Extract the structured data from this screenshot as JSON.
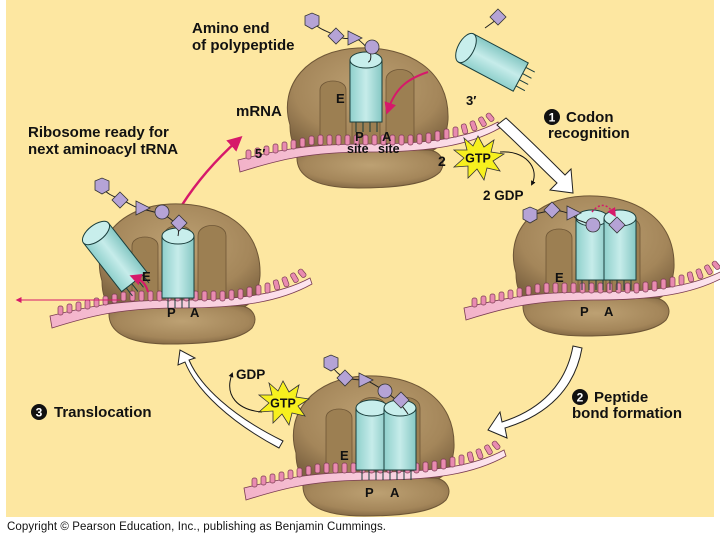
{
  "title": "Elongation cycle of translation",
  "colors": {
    "background": "#fde7a1",
    "ribosome": "#a88a5c",
    "ribosome_dark": "#7d6440",
    "trna": "#a9e0dc",
    "mrna_teeth": "#e98bb0",
    "amino_acid": "#b5a3d6",
    "arrow_magenta": "#d6196a",
    "gtp_burst": "#f7f01e"
  },
  "labels": {
    "amino_end": [
      "Amino end",
      "of polypeptide"
    ],
    "mrna": "mRNA",
    "three_prime": "3′",
    "five_prime": "5′",
    "ribosome_ready": [
      "Ribosome ready for",
      "next aminoacyl tRNA"
    ],
    "site_e": "E",
    "site_p": "P",
    "site_a": "A",
    "site_word": "site",
    "gtp": "GTP",
    "gdp": "GDP",
    "two_gtp_prefix": "2",
    "two_gdp": "2 GDP"
  },
  "steps": [
    {
      "number": "1",
      "lines": [
        "Codon",
        "recognition"
      ]
    },
    {
      "number": "2",
      "lines": [
        "Peptide",
        "bond formation"
      ]
    },
    {
      "number": "3",
      "lines": [
        "Translocation"
      ]
    }
  ],
  "copyright": "Copyright © Pearson Education, Inc., publishing as Benjamin Cummings."
}
